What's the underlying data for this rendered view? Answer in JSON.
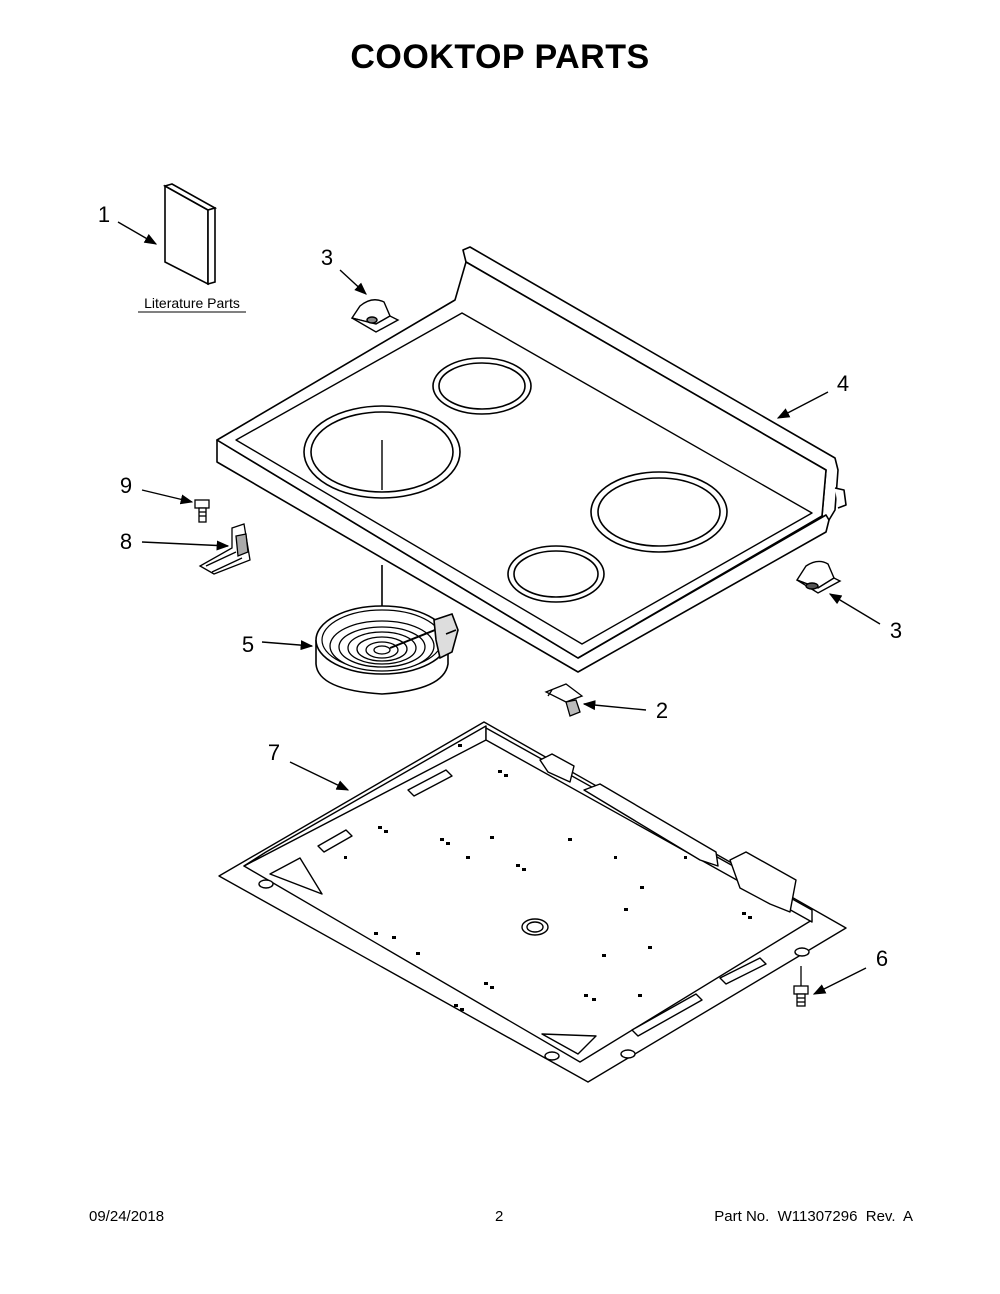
{
  "header": {
    "title": "COOKTOP PARTS"
  },
  "diagram": {
    "literature_label": "Literature Parts",
    "callouts": {
      "c1": "1",
      "c2": "2",
      "c3a": "3",
      "c3b": "3",
      "c4": "4",
      "c5": "5",
      "c6": "6",
      "c7": "7",
      "c8": "8",
      "c9": "9"
    }
  },
  "footer": {
    "date": "09/24/2018",
    "page": "2",
    "part_no": "Part No.  W11307296  Rev.  A"
  }
}
